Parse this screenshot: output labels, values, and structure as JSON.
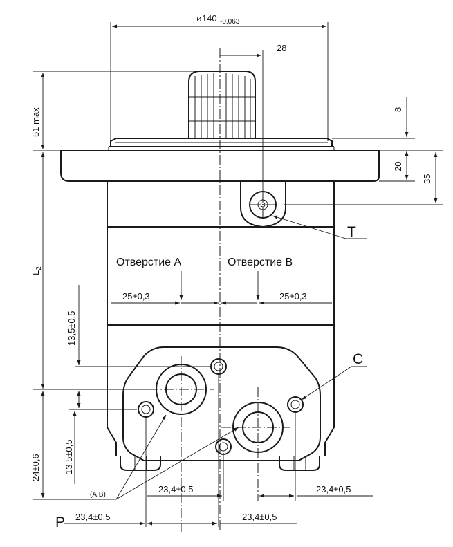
{
  "dimensions": {
    "diameter": "ø140",
    "diameter_tol": "-0,063",
    "shaft_offset": "28",
    "height_max": "51 max",
    "d8": "8",
    "d20": "20",
    "d35": "35",
    "l2": "L",
    "l2_sub": "2",
    "port_spacing_a": "25±0,3",
    "port_spacing_b": "25±0,3",
    "v_13_5_top": "13,5±0,5",
    "v_13_5_bottom": "13,5±0,5",
    "v_24": "24±0,6",
    "h_23_4_mid_left": "23,4±0,5",
    "h_23_4_mid_right": "23,4±0,5",
    "h_23_4_bot_left": "23,4±0,5",
    "h_23_4_bot_right": "23,4±0,5"
  },
  "labels": {
    "port_a": "Отверстие A",
    "port_b": "Отверстие B",
    "t": "T",
    "c": "C",
    "p": "P",
    "ab": "(A,B)"
  }
}
